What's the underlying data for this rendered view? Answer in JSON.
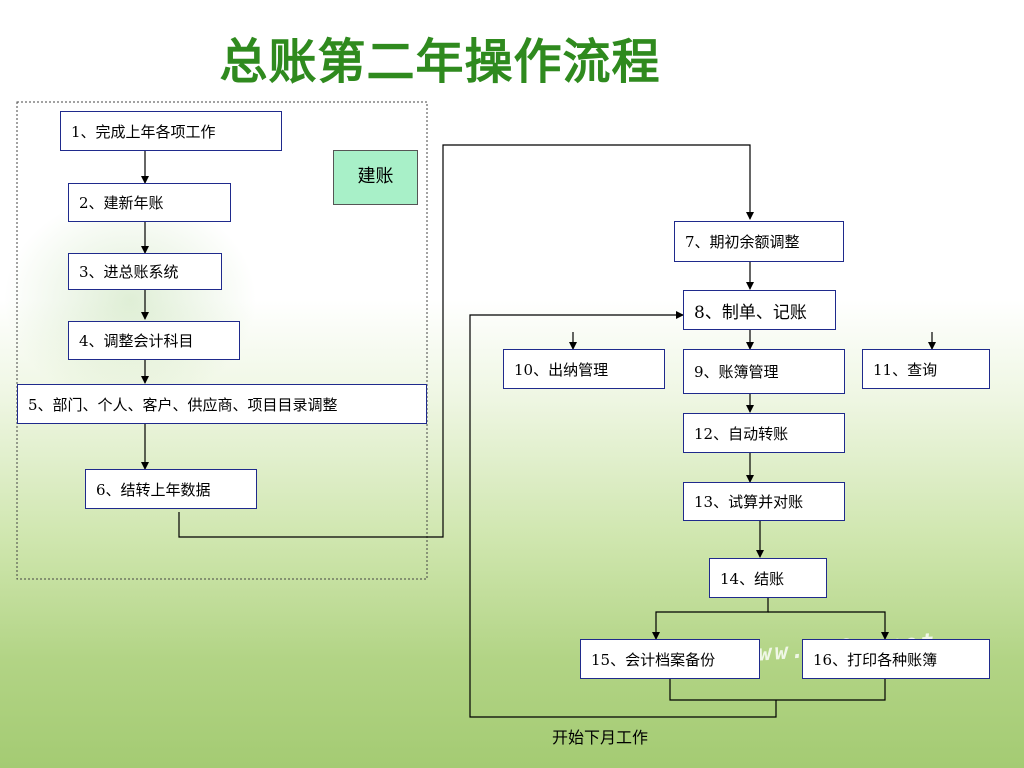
{
  "title": "总账第二年操作流程",
  "group_label": "建账",
  "steps": {
    "s1": "1、完成上年各项工作",
    "s2": "2、建新年账",
    "s3": "3、进总账系统",
    "s4": "4、调整会计科目",
    "s5": "5、部门、个人、客户、供应商、项目目录调整",
    "s6": "6、结转上年数据",
    "s7": "7、期初余额调整",
    "s8": "8、制单、记账",
    "s9": "9、账簿管理",
    "s10": "10、出纳管理",
    "s11": "11、查询",
    "s12": "12、自动转账",
    "s13": "13、试算并对账",
    "s14": "14、结账",
    "s15": "15、会计档案备份",
    "s16": "16、打印各种账簿"
  },
  "next_month_label": "开始下月工作",
  "watermark": "www.y99y.net",
  "colors": {
    "title": "#2f8a1e",
    "box_border": "#1f2a8c",
    "group_label_bg": "#a8f0c8"
  }
}
